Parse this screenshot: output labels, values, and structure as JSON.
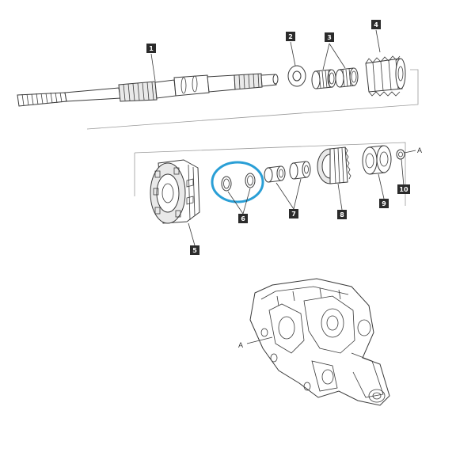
{
  "diagram": {
    "callouts": [
      {
        "id": "1",
        "label": "1"
      },
      {
        "id": "2",
        "label": "2"
      },
      {
        "id": "3",
        "label": "3"
      },
      {
        "id": "4",
        "label": "4"
      },
      {
        "id": "5",
        "label": "5"
      },
      {
        "id": "6",
        "label": "6"
      },
      {
        "id": "7",
        "label": "7"
      },
      {
        "id": "8",
        "label": "8"
      },
      {
        "id": "9",
        "label": "9"
      },
      {
        "id": "10",
        "label": "10"
      }
    ],
    "reference_marks": [
      {
        "id": "ref-top",
        "label": "A"
      },
      {
        "id": "ref-housing",
        "label": "A"
      }
    ],
    "highlight": {
      "target": "6",
      "color": "#2a9fd6"
    },
    "colors": {
      "callout_fill": "#2b2b2b",
      "line": "#3a3a3a",
      "guide": "#9a9a9a"
    }
  }
}
